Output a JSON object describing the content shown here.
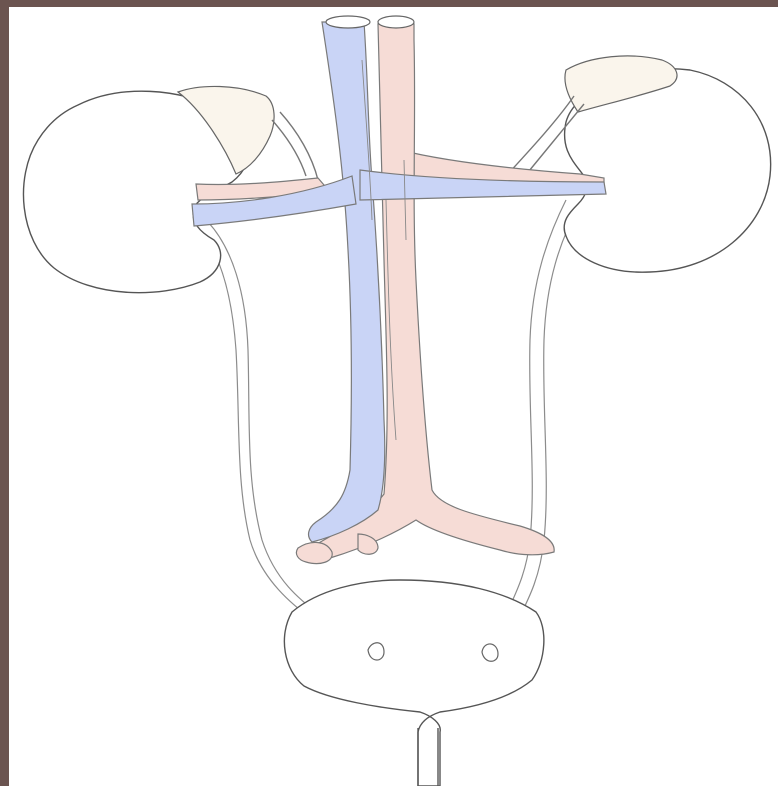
{
  "colors": {
    "frame": "#6b5450",
    "paper": "#ffffff",
    "vein": "#c9d4f6",
    "artery": "#f6dcd6",
    "outline": "#8a8a8a",
    "adrenal": "#faf5ec"
  },
  "figure": {
    "subject": "urinary system",
    "parts": [
      "right-kidney",
      "left-kidney",
      "right-adrenal-gland",
      "left-adrenal-gland",
      "inferior-vena-cava",
      "abdominal-aorta",
      "renal-veins",
      "renal-arteries",
      "common-iliac-vessels",
      "right-ureter",
      "left-ureter",
      "urinary-bladder",
      "urethra"
    ]
  }
}
